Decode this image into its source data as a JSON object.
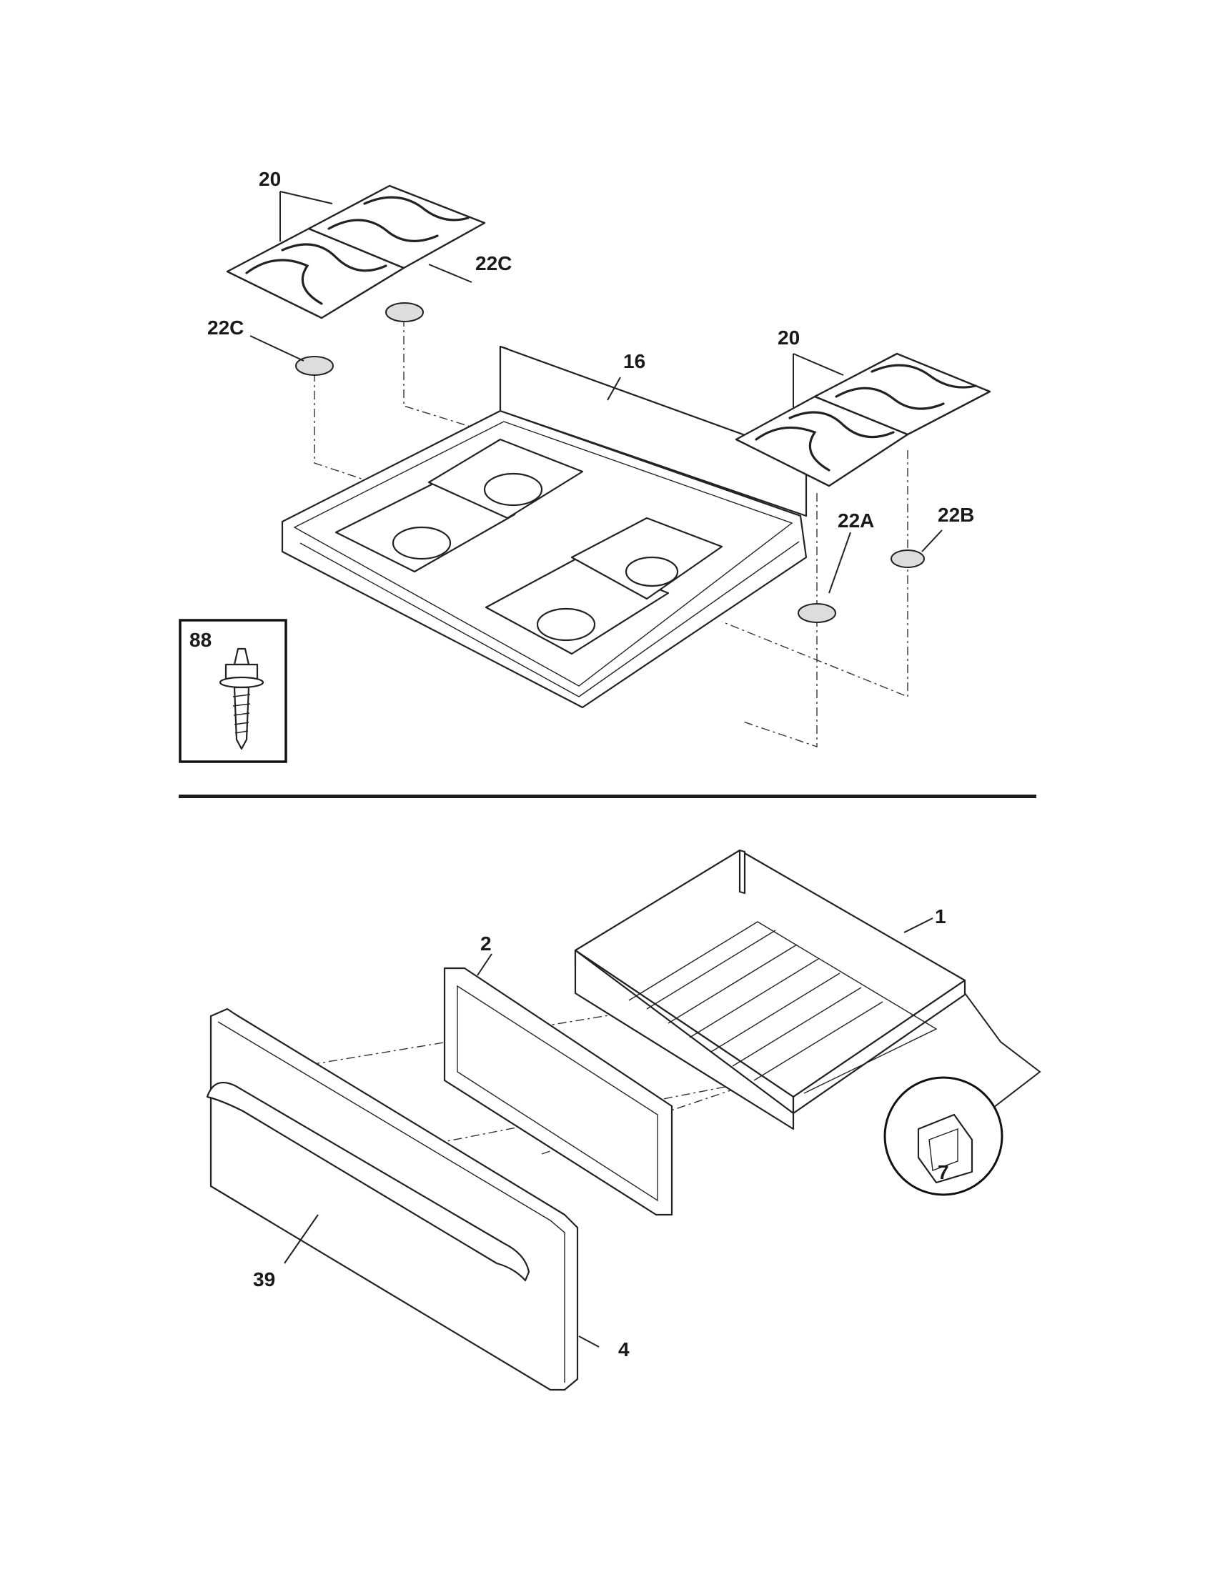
{
  "callouts": {
    "grate_left": "20",
    "grate_right": "20",
    "cap_22c_upper": "22C",
    "cap_22c_lower": "22C",
    "cooktop": "16",
    "cap_22a": "22A",
    "cap_22b": "22B",
    "screw_box": "88",
    "drawer_body": "1",
    "drawer_frame": "2",
    "clip": "7",
    "handle": "39",
    "drawer_front": "4"
  },
  "colors": {
    "line": "#222222",
    "background": "#ffffff",
    "divider": "#1a1a1a"
  }
}
